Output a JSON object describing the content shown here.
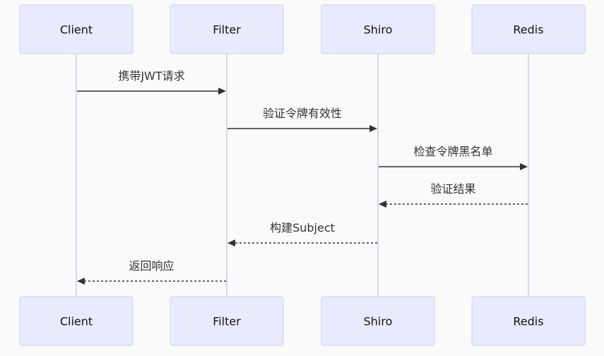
{
  "participants": [
    {
      "id": "client",
      "label": "Client"
    },
    {
      "id": "filter",
      "label": "Filter"
    },
    {
      "id": "shiro",
      "label": "Shiro"
    },
    {
      "id": "redis",
      "label": "Redis"
    }
  ],
  "messages": [
    {
      "from": "client",
      "to": "filter",
      "label": "携带JWT请求",
      "style": "solid"
    },
    {
      "from": "filter",
      "to": "shiro",
      "label": "验证令牌有效性",
      "style": "solid"
    },
    {
      "from": "shiro",
      "to": "redis",
      "label": "检查令牌黑名单",
      "style": "solid"
    },
    {
      "from": "redis",
      "to": "shiro",
      "label": "验证结果",
      "style": "dashed"
    },
    {
      "from": "shiro",
      "to": "filter",
      "label": "构建Subject",
      "style": "dashed"
    },
    {
      "from": "filter",
      "to": "client",
      "label": "返回响应",
      "style": "dashed"
    }
  ],
  "colors": {
    "actor_fill": "#eaeaff",
    "actor_stroke": "#cfcfee",
    "lifeline": "#d7d5f2",
    "arrow": "#333333",
    "background": "#fafafa"
  }
}
